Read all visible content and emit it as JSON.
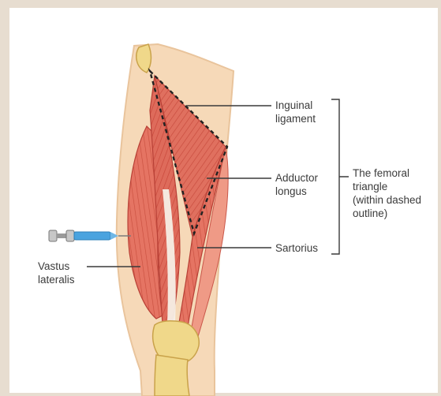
{
  "labels": {
    "inguinal": [
      "Inguinal",
      "ligament"
    ],
    "adductor": [
      "Adductor",
      "longus"
    ],
    "sartorius": [
      "Sartorius"
    ],
    "vastus": [
      "Vastus",
      "lateralis"
    ],
    "femoral_triangle": [
      "The femoral",
      "triangle",
      "(within dashed",
      "outline)"
    ]
  },
  "colors": {
    "muscle": "#dc6a5a",
    "muscle_light": "#ef9a86",
    "skin": "#f6d9b8",
    "bone": "#f0d88a",
    "needle": "#4aa3df",
    "border": "#d8cbb6"
  },
  "icons": [
    "syringe-icon"
  ]
}
